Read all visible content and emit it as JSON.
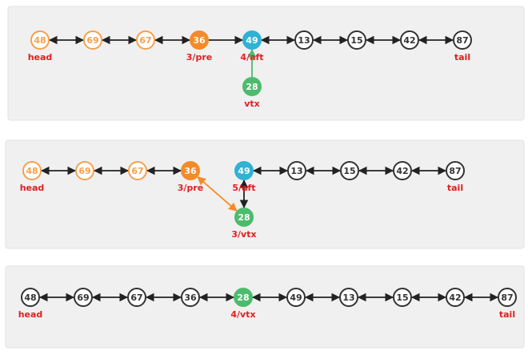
{
  "colors": {
    "panel_bg": "#f0f0f0",
    "panel_border": "#e2e2e2",
    "visited": "#f5a04d",
    "visited_fill": "#ffffff",
    "pre": "#f48b29",
    "aft": "#2fb2d3",
    "vtx": "#4dbb6c",
    "default_stroke": "#333333",
    "label_red": "#e02020",
    "link": "#222222"
  },
  "panels": [
    {
      "nodes": [
        {
          "value": "48",
          "label": "head",
          "style": "visited"
        },
        {
          "value": "69",
          "label": "",
          "style": "visited"
        },
        {
          "value": "67",
          "label": "",
          "style": "visited"
        },
        {
          "value": "36",
          "label": "3/pre",
          "style": "pre"
        },
        {
          "value": "49",
          "label": "4/aft",
          "style": "aft"
        },
        {
          "value": "13",
          "label": "",
          "style": "default"
        },
        {
          "value": "15",
          "label": "",
          "style": "default"
        },
        {
          "value": "42",
          "label": "",
          "style": "default"
        },
        {
          "value": "87",
          "label": "tail",
          "style": "default"
        }
      ],
      "vtx": {
        "value": "28",
        "label": "vtx"
      }
    },
    {
      "nodes": [
        {
          "value": "48",
          "label": "head",
          "style": "visited"
        },
        {
          "value": "69",
          "label": "",
          "style": "visited"
        },
        {
          "value": "67",
          "label": "",
          "style": "visited"
        },
        {
          "value": "36",
          "label": "3/pre",
          "style": "pre"
        },
        {
          "value": "49",
          "label": "5/aft",
          "style": "aft"
        },
        {
          "value": "13",
          "label": "",
          "style": "default"
        },
        {
          "value": "15",
          "label": "",
          "style": "default"
        },
        {
          "value": "42",
          "label": "",
          "style": "default"
        },
        {
          "value": "87",
          "label": "tail",
          "style": "default"
        }
      ],
      "vtx": {
        "value": "28",
        "label": "3/vtx"
      }
    },
    {
      "nodes": [
        {
          "value": "48",
          "label": "head",
          "style": "default"
        },
        {
          "value": "69",
          "label": "",
          "style": "default"
        },
        {
          "value": "67",
          "label": "",
          "style": "default"
        },
        {
          "value": "36",
          "label": "",
          "style": "default"
        },
        {
          "value": "28",
          "label": "4/vtx",
          "style": "vtx"
        },
        {
          "value": "49",
          "label": "",
          "style": "default"
        },
        {
          "value": "13",
          "label": "",
          "style": "default"
        },
        {
          "value": "15",
          "label": "",
          "style": "default"
        },
        {
          "value": "42",
          "label": "",
          "style": "default"
        },
        {
          "value": "87",
          "label": "tail",
          "style": "default"
        }
      ]
    }
  ]
}
